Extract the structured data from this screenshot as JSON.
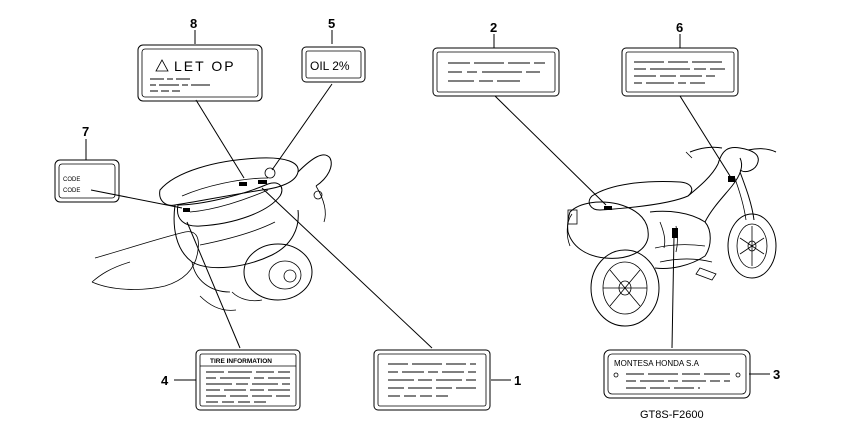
{
  "callouts": {
    "c1": "1",
    "c2": "2",
    "c3": "3",
    "c4": "4",
    "c5": "5",
    "c6": "6",
    "c7": "7",
    "c8": "8"
  },
  "labels": {
    "warning_label": "LET OP",
    "oil_label": "OIL 2%",
    "code_line_1": "CODE",
    "code_line_2": "CODE",
    "tire_label": "TIRE INFORMATION",
    "maker_label": "MONTESA HONDA S.A"
  },
  "figure_code": "GT8S-F2600"
}
